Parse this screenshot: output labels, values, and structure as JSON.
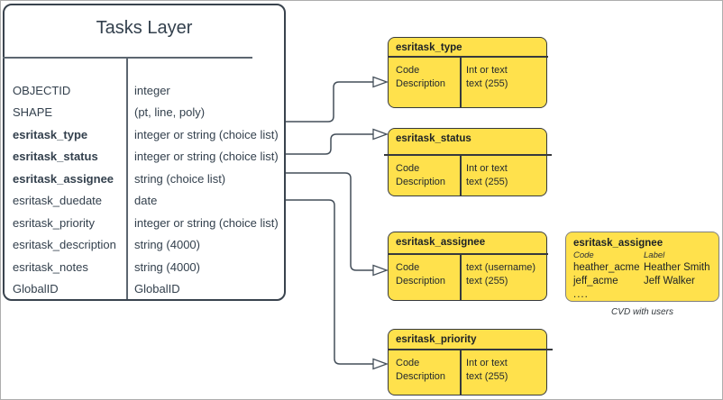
{
  "table": {
    "title": "Tasks Layer",
    "rows": [
      {
        "field": "OBJECTID",
        "type": "integer",
        "bold": false
      },
      {
        "field": "SHAPE",
        "type": "(pt, line, poly)",
        "bold": false
      },
      {
        "field": "esritask_type",
        "type": "integer or string (choice list)",
        "bold": true
      },
      {
        "field": "esritask_status",
        "type": "integer or string (choice list)",
        "bold": true
      },
      {
        "field": "esritask_assignee",
        "type": "string (choice list)",
        "bold": true
      },
      {
        "field": "esritask_duedate",
        "type": "date",
        "bold": false
      },
      {
        "field": "esritask_priority",
        "type": "integer or string (choice list)",
        "bold": false
      },
      {
        "field": "esritask_description",
        "type": "string (4000)",
        "bold": false
      },
      {
        "field": "esritask_notes",
        "type": "string (4000)",
        "bold": false
      },
      {
        "field": "GlobalID",
        "type": "GlobalID",
        "bold": false
      }
    ]
  },
  "domain_boxes": [
    {
      "title": "esritask_type",
      "left": [
        "Code",
        "Description"
      ],
      "right": [
        "Int or text",
        "text (255)"
      ]
    },
    {
      "title": "esritask_status",
      "left": [
        "Code",
        "Description"
      ],
      "right": [
        "Int or text",
        "text (255)"
      ]
    },
    {
      "title": "esritask_assignee",
      "left": [
        "Code",
        "Description"
      ],
      "right": [
        "text  (username)",
        "text (255)"
      ]
    },
    {
      "title": "esritask_priority",
      "left": [
        "Code",
        "Description"
      ],
      "right": [
        "Int or text",
        "text (255)"
      ]
    }
  ],
  "cvd_box": {
    "title": "esritask_assignee",
    "col_headers": [
      "Code",
      "Label"
    ],
    "rows": [
      {
        "code": "heather_acme",
        "label": "Heather Smith"
      },
      {
        "code": "jeff_acme",
        "label": "Jeff Walker"
      }
    ],
    "ellipsis": "....",
    "caption": "CVD with users"
  },
  "colors": {
    "box_fill": "#FFE14C",
    "box_stroke": "#36393D",
    "table_stroke": "#39434E",
    "connector": "#434E59",
    "cvd_stroke": "#7F7F7F",
    "canvas_border": "#ADADAD"
  }
}
